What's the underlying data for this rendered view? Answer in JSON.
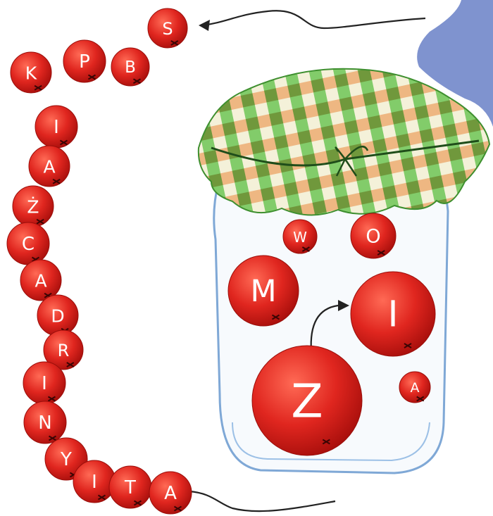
{
  "chain": {
    "beads": [
      "S",
      "B",
      "P",
      "K",
      "I",
      "A",
      "Ż",
      "C",
      "A",
      "D",
      "R",
      "I",
      "N",
      "Y",
      "I",
      "T",
      "A"
    ]
  },
  "jar": {
    "beads": [
      "W",
      "O",
      "M",
      "I",
      "Z",
      "A"
    ]
  },
  "colors": {
    "bead": "#e0261f",
    "bead_dark": "#b8120f",
    "lid_green": "#4caf3a",
    "lid_orange": "#e8873a",
    "glass": "#7fa8d6",
    "corner_blue": "#7f93cf"
  }
}
